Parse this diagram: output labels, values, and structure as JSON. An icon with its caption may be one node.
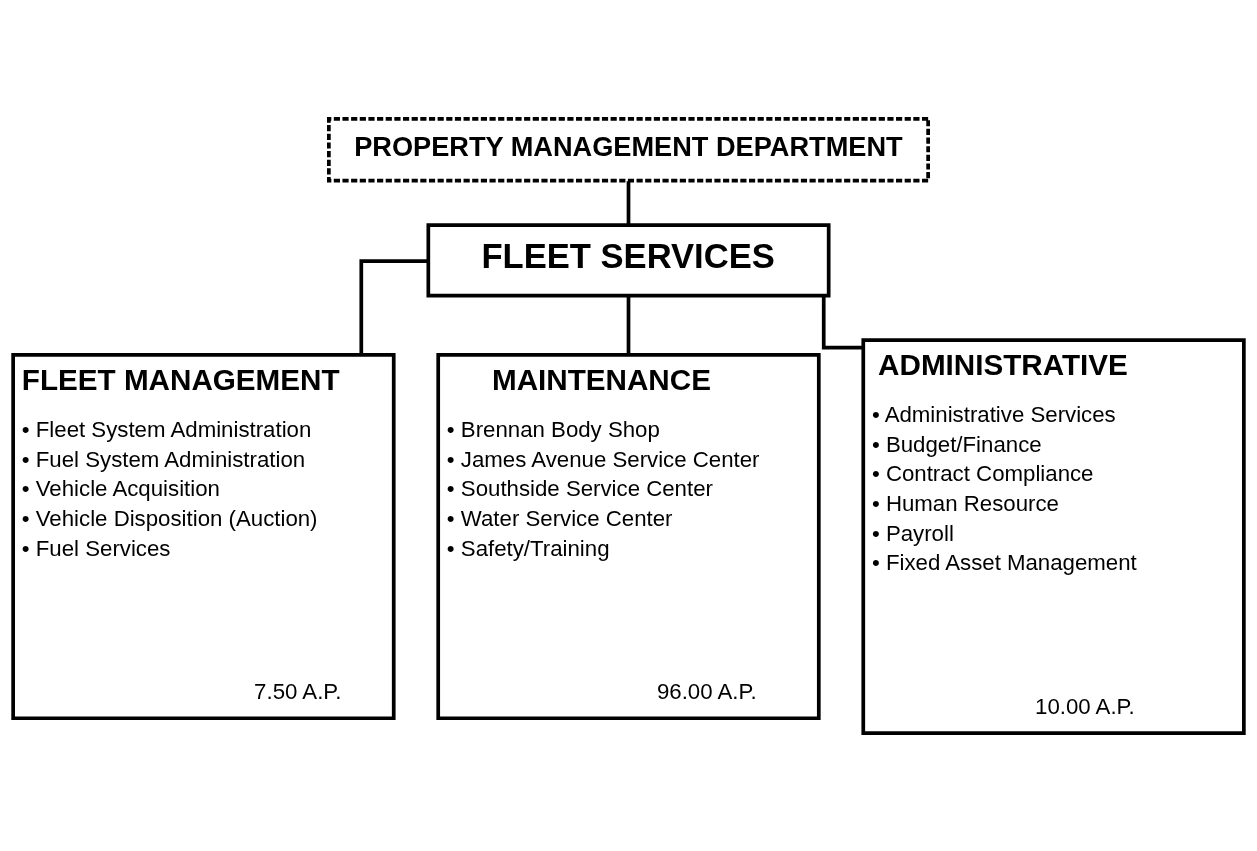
{
  "diagram": {
    "nodes": [
      {
        "text": [
          "PROPERTY MANAGEMENT DEPARTMENT"
        ]
      },
      {
        "text": [
          "FLEET SERVICES"
        ]
      },
      {
        "text": [
          "FLEET MANAGEMENT",
          "• Fleet System Administration",
          "• Fuel System Administration",
          "• Vehicle Acquisition",
          "• Vehicle Disposition (Auction)",
          "• Fuel Services",
          "7.50 A.P."
        ]
      },
      {
        "text": [
          "MAINTENANCE",
          "• Brennan Body Shop",
          "• James Avenue Service Center",
          "• Southside Service Center",
          "• Water Service Center",
          "• Safety/Training",
          "96.00 A.P."
        ]
      },
      {
        "text": [
          "ADMINISTRATIVE",
          "• Administrative Services",
          "• Budget/Finance",
          "• Contract Compliance",
          "• Human Resource",
          "• Payroll",
          "• Fixed Asset Management",
          "10.00 A.P."
        ]
      }
    ],
    "edges": [
      {
        "from": 0,
        "to": 1,
        "arrow": "none"
      },
      {
        "from": 1,
        "to": 2,
        "arrow": "none"
      },
      {
        "from": 1,
        "to": 3,
        "arrow": "none"
      },
      {
        "from": 1,
        "to": 4,
        "arrow": "none"
      }
    ]
  }
}
